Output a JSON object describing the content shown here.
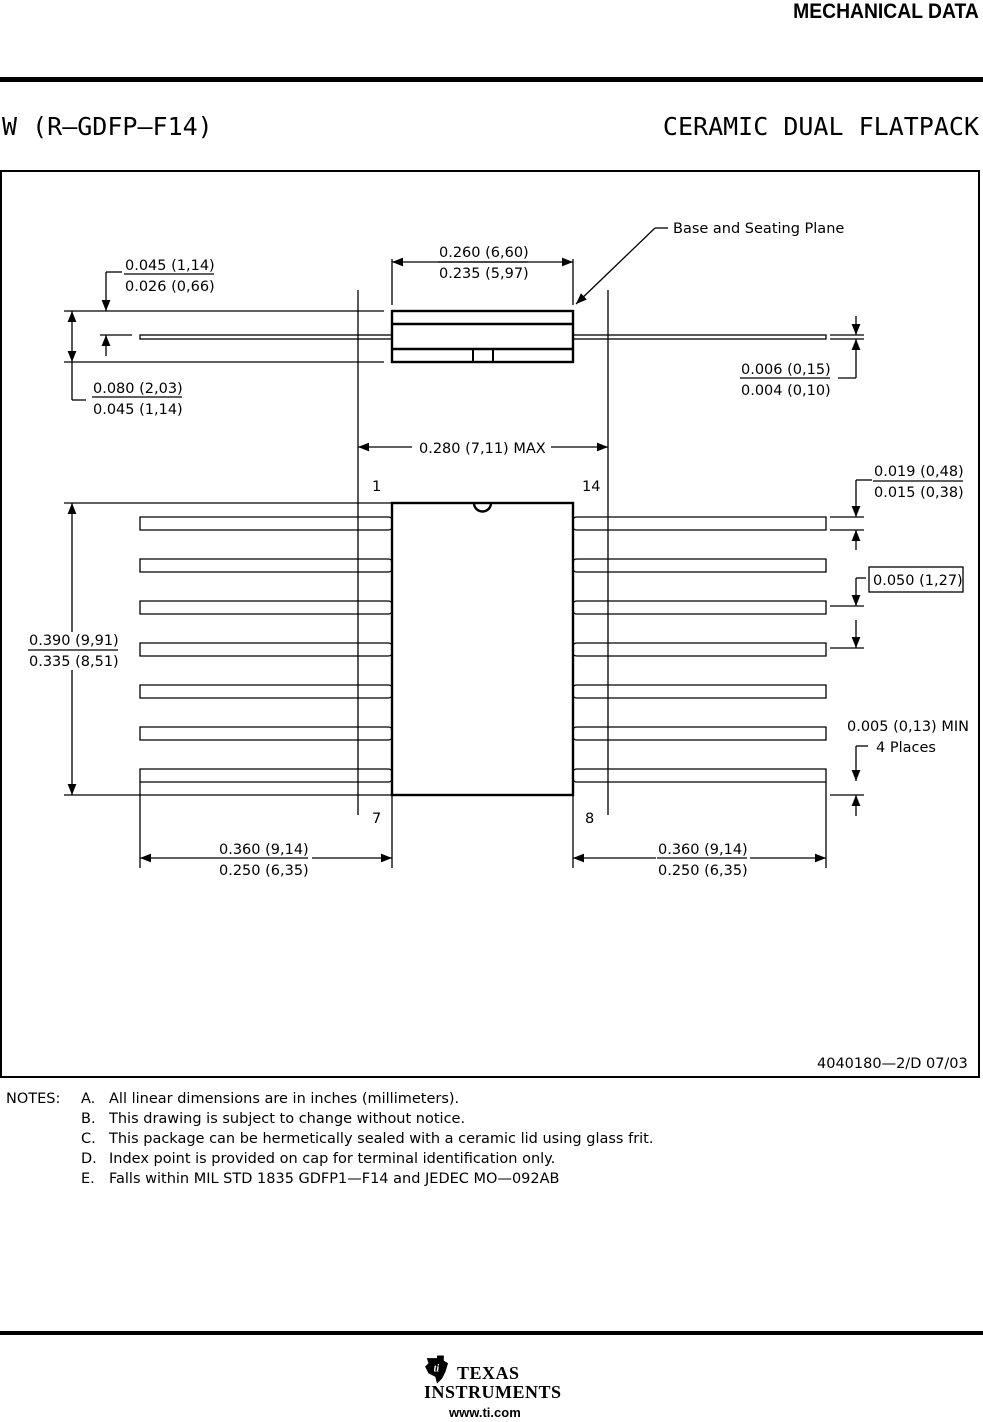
{
  "header": {
    "section_title": "MECHANICAL DATA",
    "package_code": "W (R—GDFP—F14)",
    "package_name": "CERAMIC DUAL FLATPACK"
  },
  "drawing": {
    "callout_base": "Base and Seating Plane",
    "dim_body_length": [
      "0.260 (6,60)",
      "0.235 (5,97)"
    ],
    "dim_lead_offset": [
      "0.045 (1,14)",
      "0.026 (0,66)"
    ],
    "dim_height": [
      "0.080 (2,03)",
      "0.045 (1,14)"
    ],
    "dim_lead_thickness": [
      "0.006 (0,15)",
      "0.004 (0,10)"
    ],
    "dim_max_width": "0.280 (7,11) MAX",
    "dim_lead_width": [
      "0.019 (0,48)",
      "0.015 (0,38)"
    ],
    "dim_pitch": "0.050 (1,27)",
    "dim_body_width": [
      "0.390 (9,91)",
      "0.335 (8,51)"
    ],
    "dim_min_spacing": [
      "0.005 (0,13) MIN",
      "4 Places"
    ],
    "dim_lead_length_left": [
      "0.360 (9,14)",
      "0.250 (6,35)"
    ],
    "dim_lead_length_right": [
      "0.360 (9,14)",
      "0.250 (6,35)"
    ],
    "pin_labels": {
      "pin1": "1",
      "pin14": "14",
      "pin7": "7",
      "pin8": "8"
    },
    "drawing_number": "4040180—2/D 07/03"
  },
  "notes": {
    "label": "NOTES:",
    "items": [
      {
        "key": "A.",
        "text": "All linear dimensions are in inches (millimeters)."
      },
      {
        "key": "B.",
        "text": "This drawing is subject to change without notice."
      },
      {
        "key": "C.",
        "text": "This package can be hermetically sealed with a ceramic lid using glass frit."
      },
      {
        "key": "D.",
        "text": "Index point is provided on cap for terminal identification only."
      },
      {
        "key": "E.",
        "text": "Falls within MIL STD 1835 GDFP1—F14 and JEDEC MO—092AB"
      }
    ]
  },
  "footer": {
    "brand_line1": "TEXAS",
    "brand_line2": "INSTRUMENTS",
    "url": "www.ti.com"
  }
}
